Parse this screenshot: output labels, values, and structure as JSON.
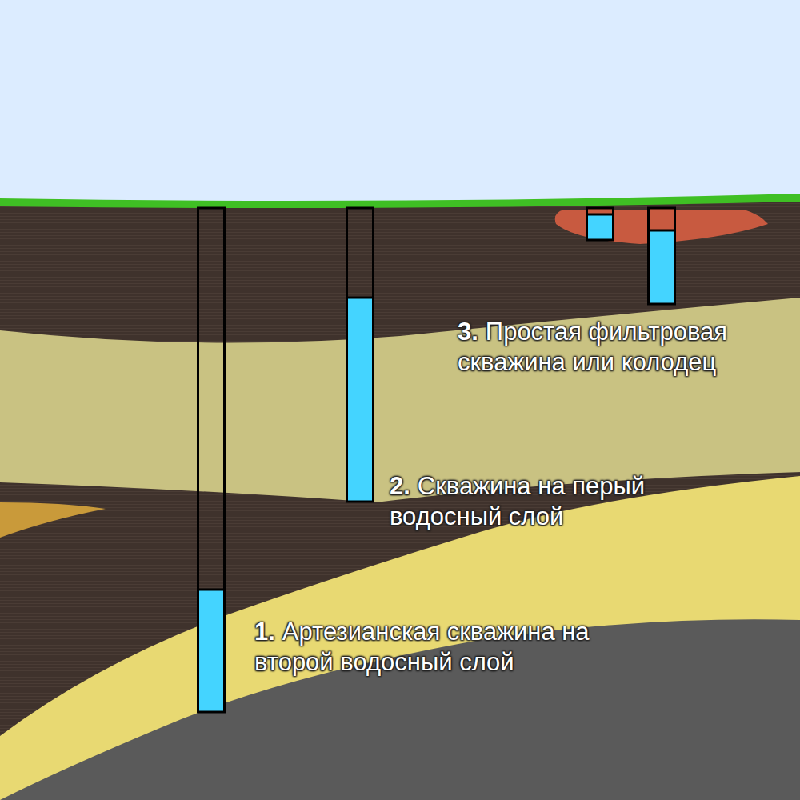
{
  "diagram": {
    "labels": [
      "3.",
      "Простая фильтровая скважина или колодец",
      "2.",
      "Скважина на перый водосный слой",
      "1.",
      "Артезианская скважина на второй водосный слой"
    ]
  }
}
